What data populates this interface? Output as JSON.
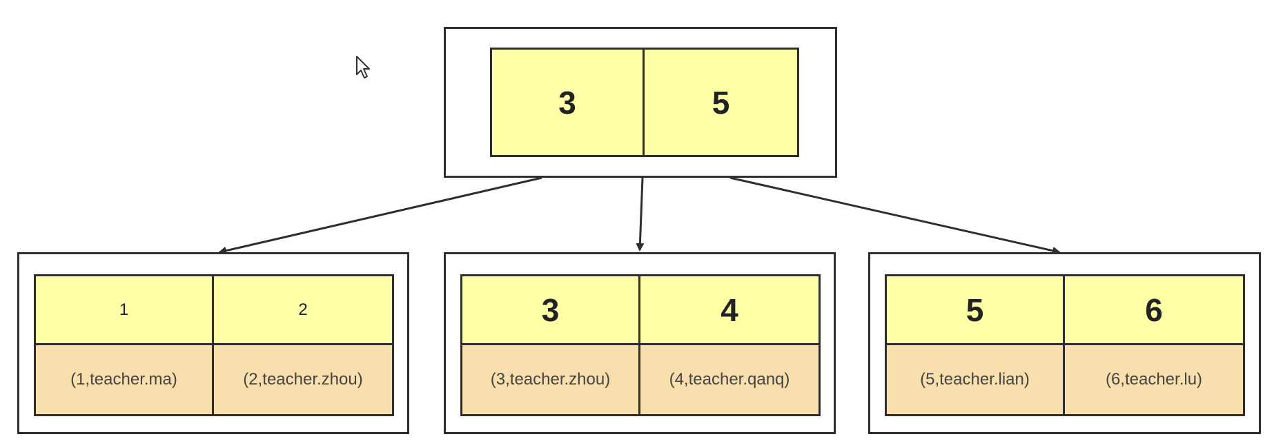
{
  "root": {
    "keys": [
      "3",
      "5"
    ]
  },
  "leaves": [
    {
      "keys": [
        "1",
        "2"
      ],
      "records": [
        "(1,teacher.ma)",
        "(2,teacher.zhou)"
      ]
    },
    {
      "keys": [
        "3",
        "4"
      ],
      "records": [
        "(3,teacher.zhou)",
        "(4,teacher.qanq)"
      ]
    },
    {
      "keys": [
        "5",
        "6"
      ],
      "records": [
        "(5,teacher.lian)",
        "(6,teacher.lu)"
      ]
    }
  ],
  "colors": {
    "key_fill": "#ffffa8",
    "record_fill": "#f9dfad",
    "stroke": "#2e2e2e"
  },
  "icons": {
    "cursor": "mouse-pointer-icon"
  }
}
